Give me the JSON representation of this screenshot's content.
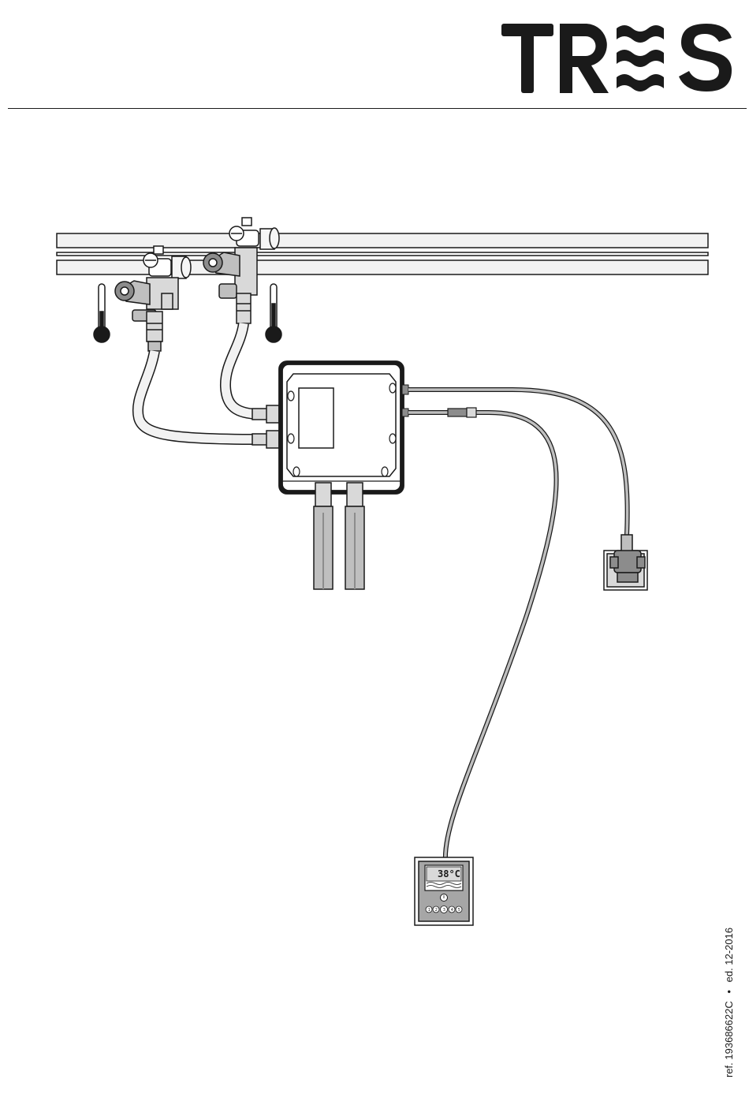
{
  "brand": {
    "name": "TRES",
    "color": "#1a1a1a"
  },
  "diagram": {
    "icons": [
      "cold-thermometer-icon",
      "hot-thermometer-icon"
    ],
    "display": {
      "temperature": "38°C"
    },
    "buttons": [
      "1",
      "2",
      "3",
      "4",
      "5"
    ]
  },
  "footer": {
    "reference": "ref. 193686622C",
    "separator": "•",
    "edition": "ed. 12-2016"
  }
}
